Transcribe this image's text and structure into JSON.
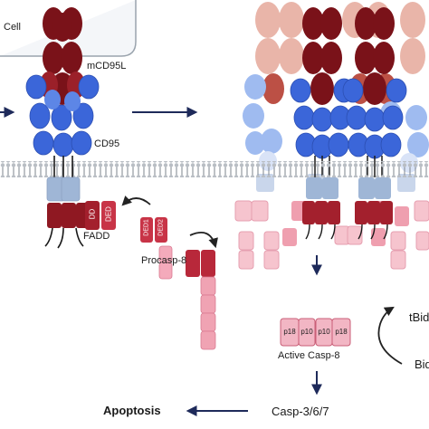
{
  "labels": {
    "cell": "Cell",
    "ligand": "mCD95L",
    "receptor": "CD95",
    "fadd": "FADD",
    "procasp8": "Procasp-8",
    "active_casp8": "Active Casp-8",
    "casp367": "Casp-3/6/7",
    "apoptosis": "Apoptosis",
    "tbid": "tBid",
    "bid": "Bid",
    "dd": "DD",
    "ded": "DED",
    "ded1": "DED1",
    "ded2": "DED2",
    "p18": "p18",
    "p10": "p10"
  },
  "colors": {
    "ligand": "#7a1219",
    "receptor": "#3b66d9",
    "membrane": "#9aa1aa",
    "fadd": "#a3202d",
    "procaspase": "#e0859a",
    "active_casp": "#f2b6c4",
    "arrow": "#1e2a5a",
    "faded_ligand": "#e8b0a2",
    "faded_receptor": "#b7c7ef"
  },
  "icons": [
    "right-arrow-icon",
    "down-arrow-icon",
    "left-arrow-icon",
    "curved-arrow-icon",
    "cycle-arrow-icon"
  ]
}
